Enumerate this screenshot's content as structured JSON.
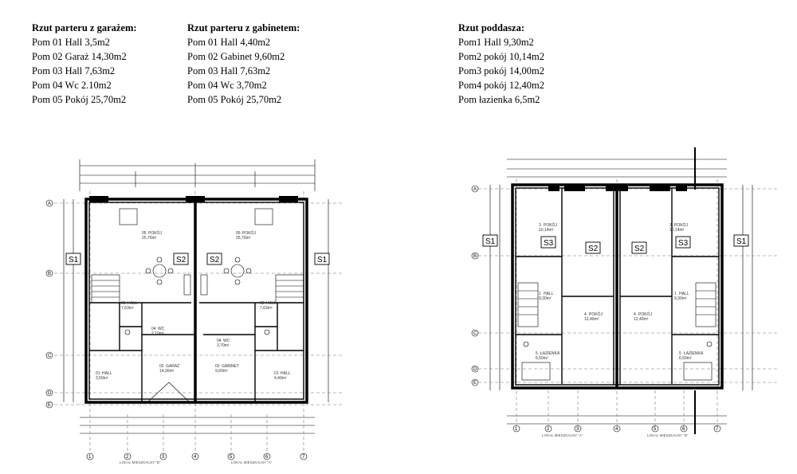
{
  "legends": [
    {
      "title": "Rzut parteru z garażem:",
      "rooms": [
        "Pom 01 Hall 3,5m2",
        "Pom 02 Garaż 14,30m2",
        "Pom 03 Hall 7,63m2",
        "Pom 04 Wc 2.10m2",
        "Pom 05 Pokój 25,70m2"
      ]
    },
    {
      "title": "Rzut parteru z gabinetem:",
      "rooms": [
        "Pom 01 Hall 4,40m2",
        "Pom 02 Gabinet 9,60m2",
        "Pom 03 Hall 7,63m2",
        "Pom 04 Wc 3,70m2",
        "Pom 05 Pokój 25,70m2"
      ]
    },
    {
      "title": "Rzut poddasza:",
      "rooms": [
        "Pom1 Hall 9,30m2",
        "Pom2 pokój 10,14m2",
        "Pom3 pokój 14,00m2",
        "Pom4 pokój 12,40m2",
        "Pom łazienka 6,5m2"
      ]
    }
  ],
  "plan_ground": {
    "axis_rows": [
      "A",
      "B",
      "C",
      "D",
      "E"
    ],
    "axis_cols": [
      "1",
      "2",
      "3",
      "4",
      "5",
      "6",
      "7"
    ],
    "section_marks": [
      "S1",
      "S2",
      "S2",
      "S1"
    ],
    "room_labels": [
      {
        "id": "05",
        "name": "POKÓJ",
        "area": "25,70m²"
      },
      {
        "id": "05",
        "name": "POKÓJ",
        "area": "25,70m²"
      },
      {
        "id": "03",
        "name": "HALL",
        "area": "7,63m²"
      },
      {
        "id": "03",
        "name": "HALL",
        "area": "7,63m²"
      },
      {
        "id": "04",
        "name": "WC",
        "area": "2,10m²"
      },
      {
        "id": "04",
        "name": "WC",
        "area": "3,70m²"
      },
      {
        "id": "02",
        "name": "GARAŻ",
        "area": "14,30m²"
      },
      {
        "id": "02",
        "name": "GABINET",
        "area": "9,60m²"
      },
      {
        "id": "01",
        "name": "HALL",
        "area": "3,50m²"
      },
      {
        "id": "01",
        "name": "HALL",
        "area": "4,40m²"
      }
    ],
    "lokal_labels": [
      "LOKAL MIESZKALNY \"B\"",
      "LOKAL MIESZKALNY \"A\""
    ]
  },
  "plan_attic": {
    "axis_rows": [
      "A",
      "B",
      "C",
      "D",
      "E"
    ],
    "axis_cols": [
      "1",
      "2",
      "3",
      "4",
      "5",
      "6",
      "7"
    ],
    "section_marks": [
      "S1",
      "S3",
      "S2",
      "S2",
      "S3",
      "S1"
    ],
    "room_labels": [
      {
        "id": "3",
        "name": "POKÓJ",
        "area": "10,14m²"
      },
      {
        "id": "3",
        "name": "POKÓJ",
        "area": "10,14m²"
      },
      {
        "id": "1",
        "name": "HALL",
        "area": "9,30m²"
      },
      {
        "id": "1",
        "name": "HALL",
        "area": "9,30m²"
      },
      {
        "id": "4",
        "name": "POKÓJ",
        "area": "12,40m²"
      },
      {
        "id": "4",
        "name": "POKÓJ",
        "area": "12,40m²"
      },
      {
        "id": "5",
        "name": "ŁAZIENKA",
        "area": "6,50m²"
      },
      {
        "id": "5",
        "name": "ŁAZIENKA",
        "area": "6,50m²"
      }
    ],
    "lokal_labels": [
      "LOKAL MIESZKALNY \"A\"",
      "LOKAL MIESZKALNY \"B\""
    ]
  }
}
